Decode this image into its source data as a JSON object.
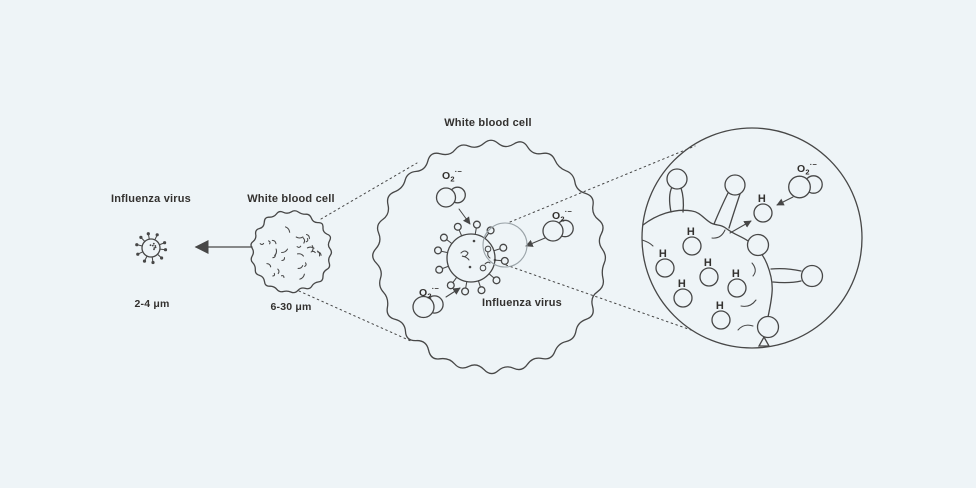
{
  "colors": {
    "background": "#eef4f7",
    "line": "#474747",
    "text": "#33312f",
    "magnifier": "#9aa3a8"
  },
  "scale_row": {
    "influenza_virus": {
      "label": "Influenza virus",
      "size": "2-4 μm"
    },
    "white_blood_cell": {
      "label": "White blood cell",
      "size": "6-30 μm"
    }
  },
  "large_cell": {
    "title": "White blood cell",
    "virus_label": "Influenza virus",
    "superoxide_count": 3
  },
  "zoom_view": {
    "hydrogen_label": "H",
    "hydrogen_count": 7,
    "superoxide_count": 1
  },
  "superoxide_label": {
    "base": "O",
    "sub": "2",
    "sup": "·−"
  }
}
